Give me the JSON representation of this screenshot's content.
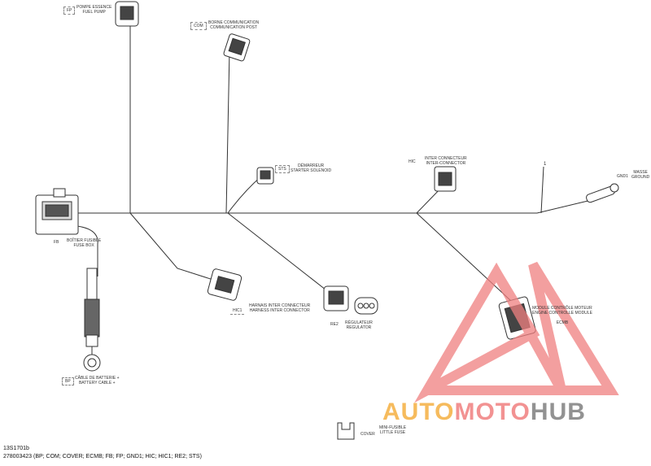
{
  "connectors": {
    "fp": {
      "code": "FP",
      "label_fr": "POMPE ESSENCE",
      "label_en": "FUEL PUMP"
    },
    "com": {
      "code": "COM",
      "label_fr": "BORNE COMMUNICATION",
      "label_en": "COMMUNICATION POST"
    },
    "sts": {
      "code": "STS",
      "label_fr": "DÉMARREUR",
      "label_en": "STARTER SOLENOID"
    },
    "hic": {
      "code": "HIC",
      "label_fr": "INTER CONNECTEUR",
      "label_en": "INTER-CONNECTOR"
    },
    "gnd1": {
      "code": "GND1",
      "label_fr": "MASSE",
      "label_en": "GROUND"
    },
    "fb": {
      "code": "FB",
      "label_fr": "BOÎTIER FUSIBLE",
      "label_en": "FUSE BOX"
    },
    "hic1": {
      "code": "HIC1",
      "label_fr": "HARNAIS INTER CONNECTEUR",
      "label_en": "HARNESS INTER CONNECTOR"
    },
    "re2": {
      "code": "RE2",
      "label_fr": "RÉGULATEUR",
      "label_en": "REGULATOR"
    },
    "ecmb": {
      "code": "ECMB",
      "label_fr": "MODULE CONTRÔLE MOTEUR",
      "label_en": "ENGINE CONTROLLE MODULE"
    },
    "bp": {
      "code": "BP",
      "label_fr": "CÂBLE DE BATTERIE +",
      "label_en": "BATTERY CABLE +"
    },
    "cover": {
      "code": "COVER",
      "label_fr": "MINI-FUSIBLE",
      "label_en": "LITTLE FUSE"
    }
  },
  "callout_number": "1",
  "footer": {
    "drawing_id": "13S1701b",
    "part_info": "278003423 (BP; COM; COVER; ECMB; FB; FP; GND1; HIC; HIC1; RE2; STS)"
  },
  "watermark": {
    "part1": "AUTO",
    "part2": "MOTO",
    "part3": "HUB",
    "color1": "#f5b041",
    "color2": "#f08080",
    "color3": "#808080",
    "triangle_color": "#f08080"
  }
}
